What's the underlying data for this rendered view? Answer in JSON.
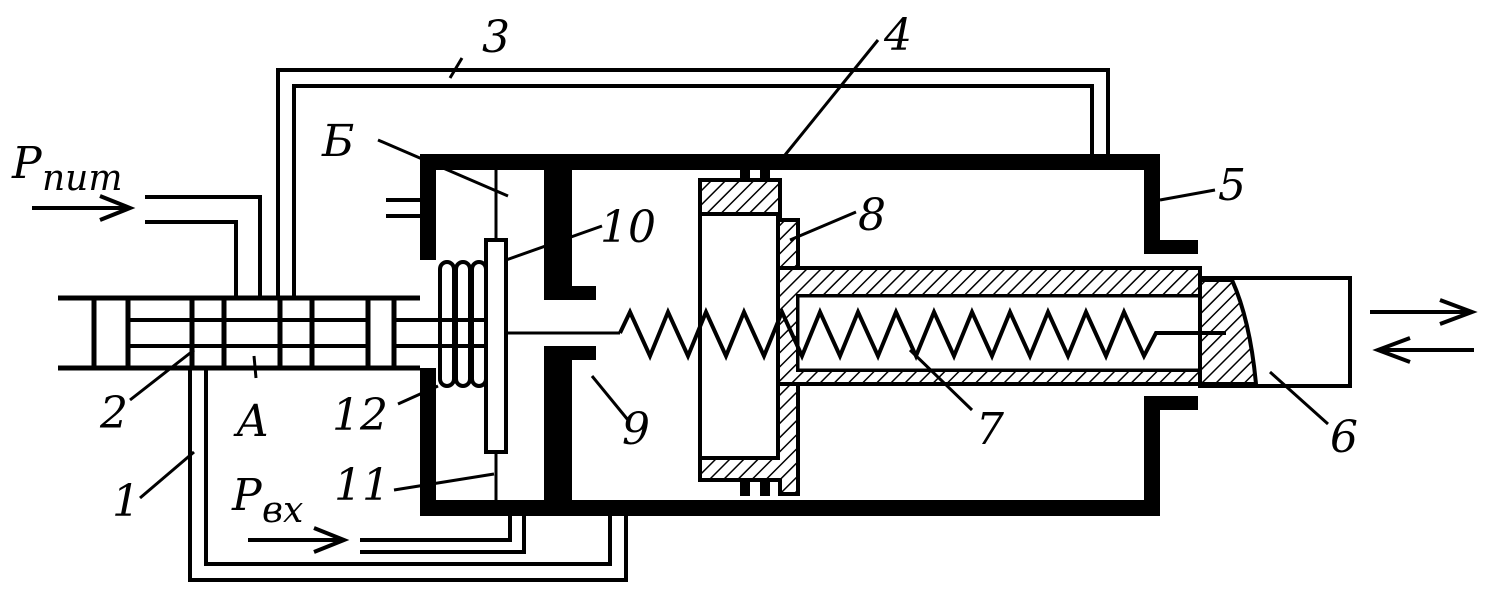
{
  "labels": {
    "p_sup_main": "P",
    "p_sup_sub": "пит",
    "p_in_main": "P",
    "p_in_sub": "вх",
    "n1": "1",
    "n2": "2",
    "n3": "3",
    "n4": "4",
    "n5": "5",
    "n6": "6",
    "n7": "7",
    "n8": "8",
    "n9": "9",
    "n10": "10",
    "n11": "11",
    "n12": "12",
    "chamber_a": "А",
    "chamber_b": "Б"
  },
  "colors": {
    "ink": "#000000",
    "paper": "#ffffff"
  }
}
